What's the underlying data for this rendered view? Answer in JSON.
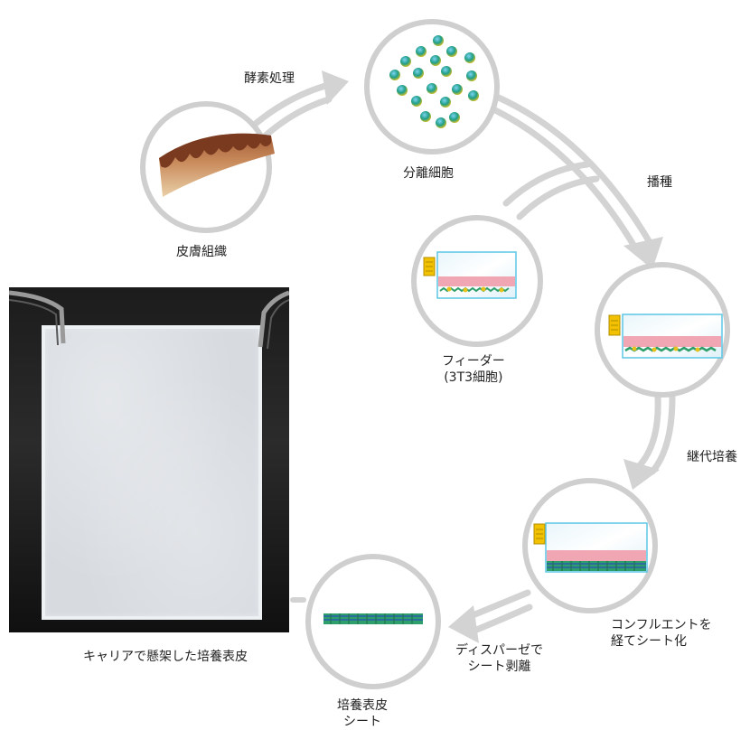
{
  "labels": {
    "skin_tissue": "皮膚組織",
    "enzyme_treatment": "酵素処理",
    "isolated_cells": "分離細胞",
    "seeding": "播種",
    "feeder_line1": "フィーダー",
    "feeder_line2": "(3T3細胞)",
    "passage_culture": "継代培養",
    "confluent_line1": "コンフルエントを",
    "confluent_line2": "経てシート化",
    "dispase_line1": "ディスパーゼで",
    "dispase_line2": "シート剥離",
    "epidermis_sheet_line1": "培養表皮",
    "epidermis_sheet_line2": "シート",
    "photo_caption": "キャリアで懸架した培養表皮"
  },
  "colors": {
    "arrow": "#d3d3d3",
    "circle_border": "#cfcfcf",
    "pink_layer": "#f0a6b3",
    "flask_outline": "#5bc6e6",
    "cap_yellow": "#f2c200",
    "cell_green": "#2e9e6a",
    "cell_blue": "#2a5fb0",
    "skin_top": "#8a4a2a",
    "skin_bottom": "#e7c196"
  }
}
